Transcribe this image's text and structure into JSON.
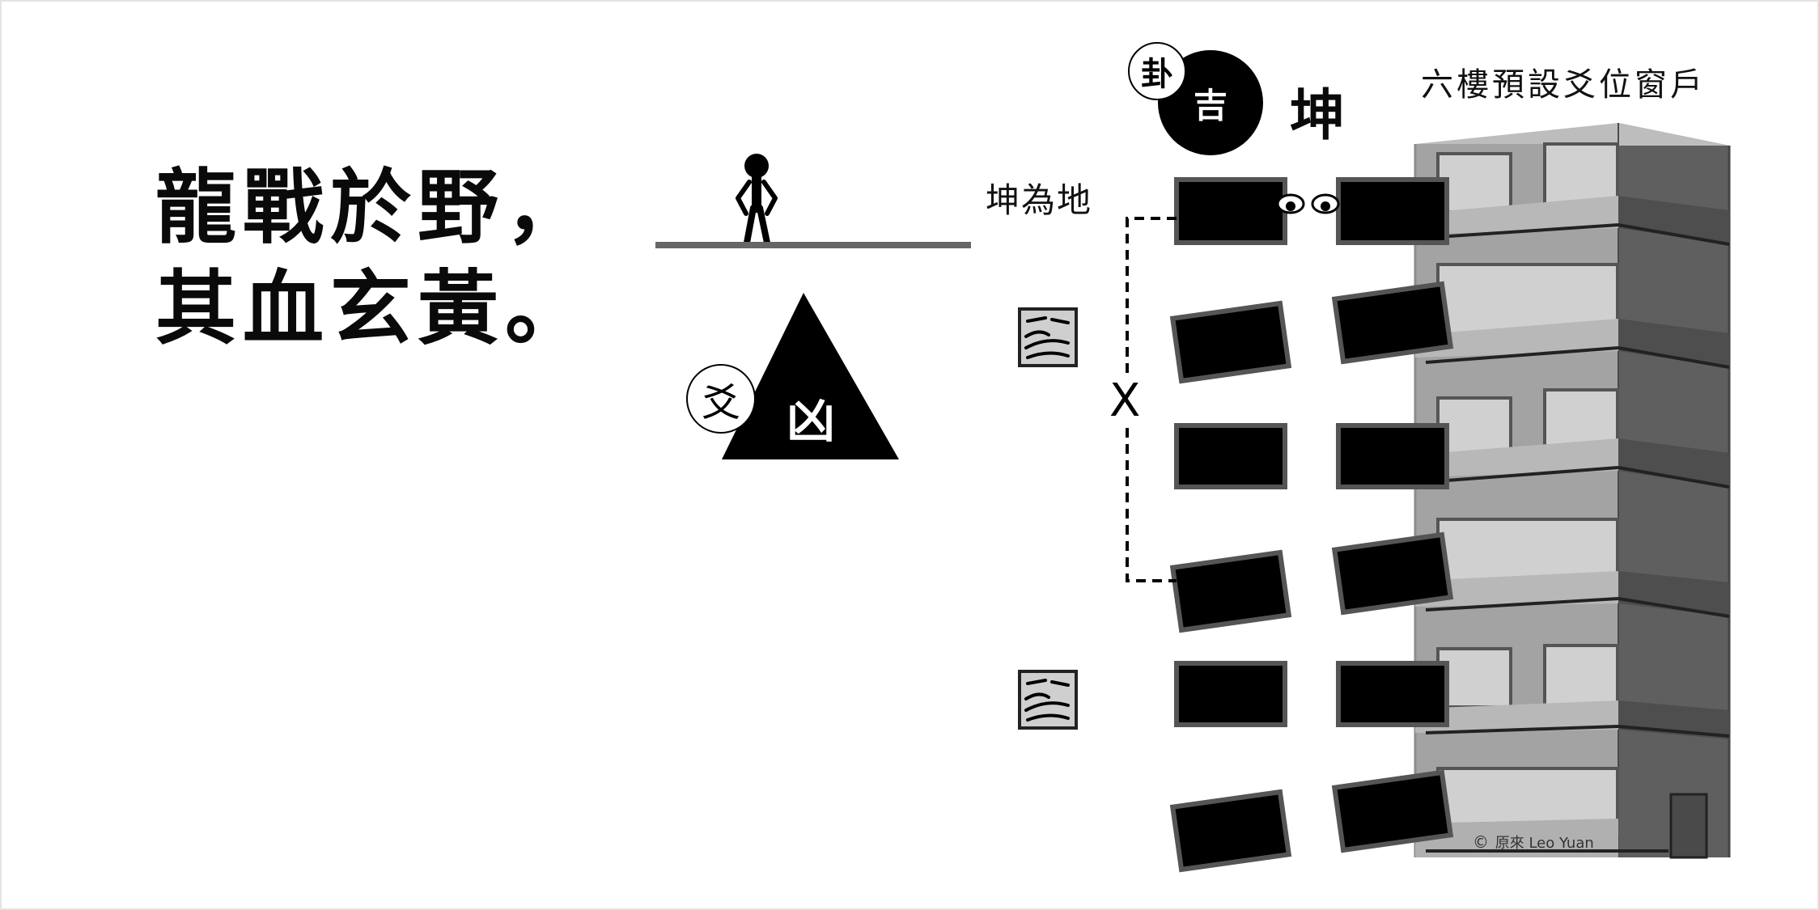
{
  "poem": {
    "line1": "龍戰於野，",
    "line2": "其血玄黃。"
  },
  "badges": {
    "gua": "卦",
    "ji": "吉",
    "yao": "爻",
    "xiong": "凶"
  },
  "gua_name": "坤",
  "gua_full_name": "坤為地",
  "building_caption": "六樓預設爻位窗戶",
  "cross_mark": "X",
  "watermark": {
    "symbol": "©",
    "text": "原來 Leo Yuan"
  },
  "colors": {
    "ink": "#000000",
    "ground_line": "#666666",
    "building_front": "#a3a3a3",
    "building_side": "#5f5f5f",
    "building_roof": "#bdbdbd",
    "window_pane": "#d0d0d0",
    "window_frame": "#555555",
    "window_fill": "#000000",
    "trigram_tile": "#cfcfcf"
  }
}
